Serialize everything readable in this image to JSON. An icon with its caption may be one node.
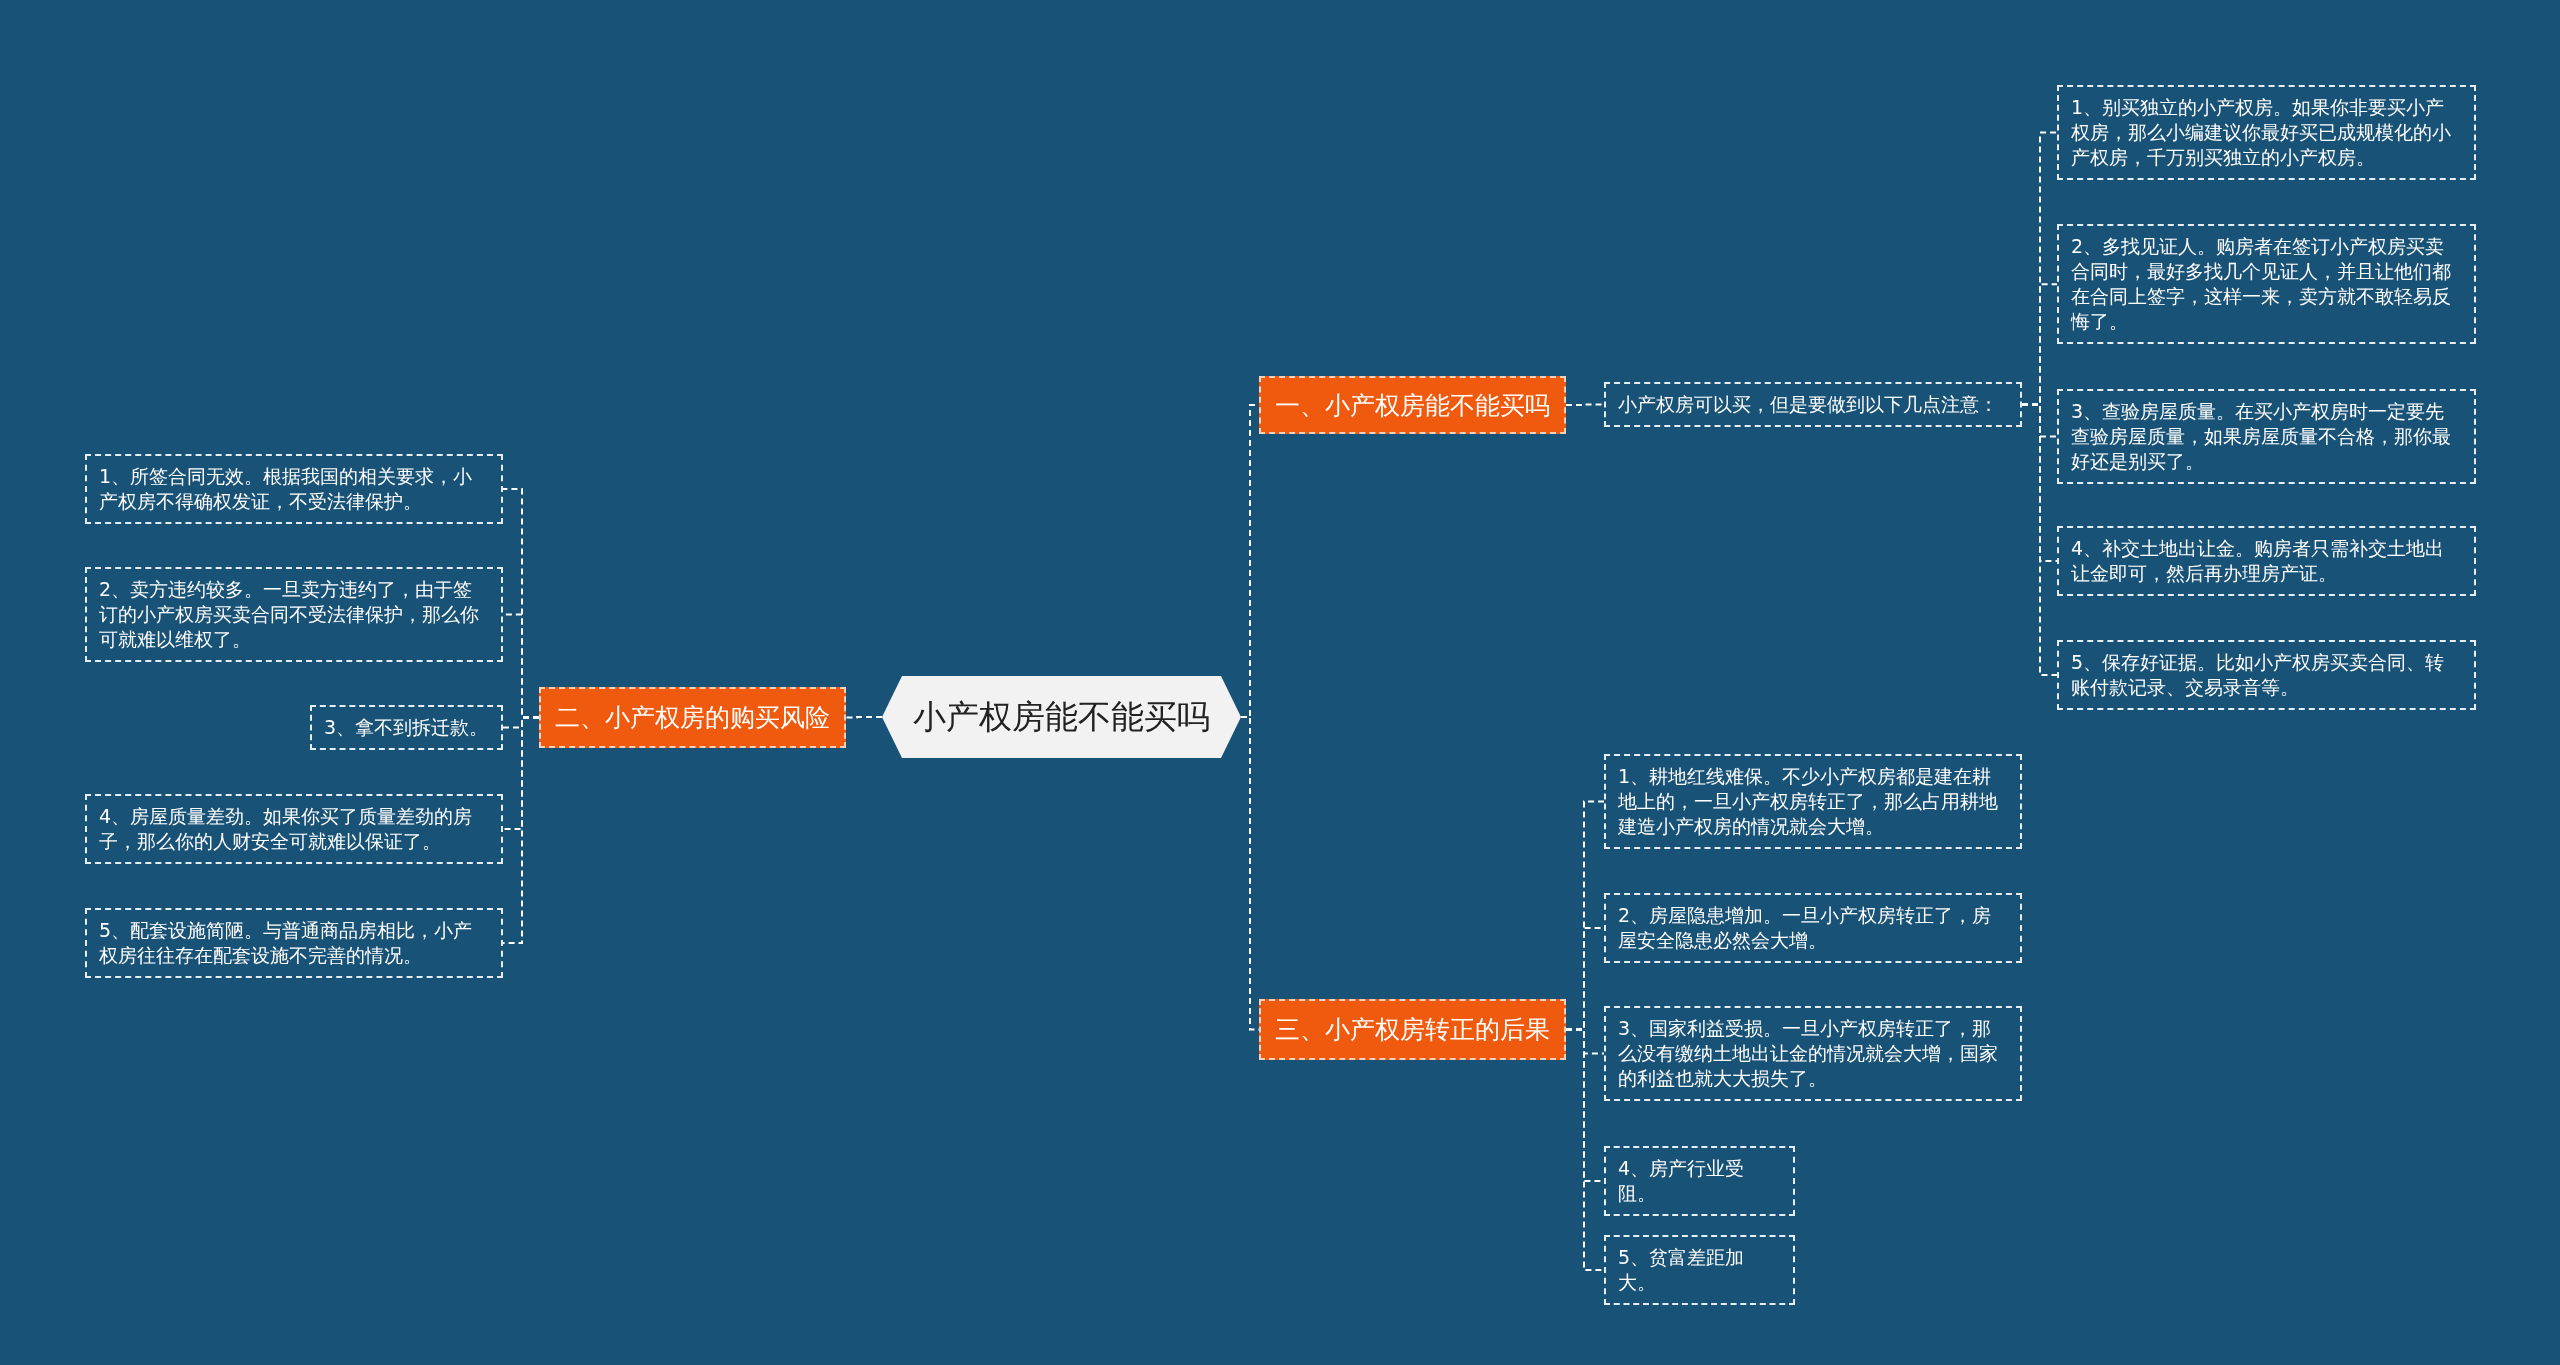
{
  "diagram": {
    "nodes": [
      {
        "text": [
          "小产权房能不能买吗"
        ]
      },
      {
        "text": [
          "一、小产权房能不能买吗"
        ]
      },
      {
        "text": [
          "小产权房可以买，但是要做到以下几点注意："
        ]
      },
      {
        "text": [
          "1、别买独立的小产权房。如果你非要买小产权房，那么小编建议你最好买已成规模化的小产权房，千万别买独立的小产权房。"
        ]
      },
      {
        "text": [
          "2、多找见证人。购房者在签订小产权房买卖合同时，最好多找几个见证人，并且让他们都在合同上签字，这样一来，卖方就不敢轻易反悔了。"
        ]
      },
      {
        "text": [
          "3、查验房屋质量。在买小产权房时一定要先查验房屋质量，如果房屋质量不合格，那你最好还是别买了。"
        ]
      },
      {
        "text": [
          "4、补交土地出让金。购房者只需补交土地出让金即可，然后再办理房产证。"
        ]
      },
      {
        "text": [
          "5、保存好证据。比如小产权房买卖合同、转账付款记录、交易录音等。"
        ]
      },
      {
        "text": [
          "二、小产权房的购买风险"
        ]
      },
      {
        "text": [
          "1、所签合同无效。根据我国的相关要求，小产权房不得确权发证，不受法律保护。"
        ]
      },
      {
        "text": [
          "2、卖方违约较多。一旦卖方违约了，由于签订的小产权房买卖合同不受法律保护，那么你可就难以维权了。"
        ]
      },
      {
        "text": [
          "3、拿不到拆迁款。"
        ]
      },
      {
        "text": [
          "4、房屋质量差劲。如果你买了质量差劲的房子，那么你的人财安全可就难以保证了。"
        ]
      },
      {
        "text": [
          "5、配套设施简陋。与普通商品房相比，小产权房往往存在配套设施不完善的情况。"
        ]
      },
      {
        "text": [
          "三、小产权房转正的后果"
        ]
      },
      {
        "text": [
          "1、耕地红线难保。不少小产权房都是建在耕地上的，一旦小产权房转正了，那么占用耕地建造小产权房的情况就会大增。"
        ]
      },
      {
        "text": [
          "2、房屋隐患增加。一旦小产权房转正了，房屋安全隐患必然会大增。"
        ]
      },
      {
        "text": [
          "3、国家利益受损。一旦小产权房转正了，那么没有缴纳土地出让金的情况就会大增，国家的利益也就大大损失了。"
        ]
      },
      {
        "text": [
          "4、房产行业受阻。"
        ]
      },
      {
        "text": [
          "5、贫富差距加大。"
        ]
      }
    ],
    "edges": [
      {
        "from": 0,
        "to": 1,
        "arrow": "none"
      },
      {
        "from": 0,
        "to": 8,
        "arrow": "none"
      },
      {
        "from": 0,
        "to": 14,
        "arrow": "none"
      },
      {
        "from": 1,
        "to": 2,
        "arrow": "none"
      },
      {
        "from": 2,
        "to": 3,
        "arrow": "none"
      },
      {
        "from": 2,
        "to": 4,
        "arrow": "none"
      },
      {
        "from": 2,
        "to": 5,
        "arrow": "none"
      },
      {
        "from": 2,
        "to": 6,
        "arrow": "none"
      },
      {
        "from": 2,
        "to": 7,
        "arrow": "none"
      },
      {
        "from": 8,
        "to": 9,
        "arrow": "none"
      },
      {
        "from": 8,
        "to": 10,
        "arrow": "none"
      },
      {
        "from": 8,
        "to": 11,
        "arrow": "none"
      },
      {
        "from": 8,
        "to": 12,
        "arrow": "none"
      },
      {
        "from": 8,
        "to": 13,
        "arrow": "none"
      },
      {
        "from": 14,
        "to": 15,
        "arrow": "none"
      },
      {
        "from": 14,
        "to": 16,
        "arrow": "none"
      },
      {
        "from": 14,
        "to": 17,
        "arrow": "none"
      },
      {
        "from": 14,
        "to": 18,
        "arrow": "none"
      },
      {
        "from": 14,
        "to": 19,
        "arrow": "none"
      }
    ]
  }
}
